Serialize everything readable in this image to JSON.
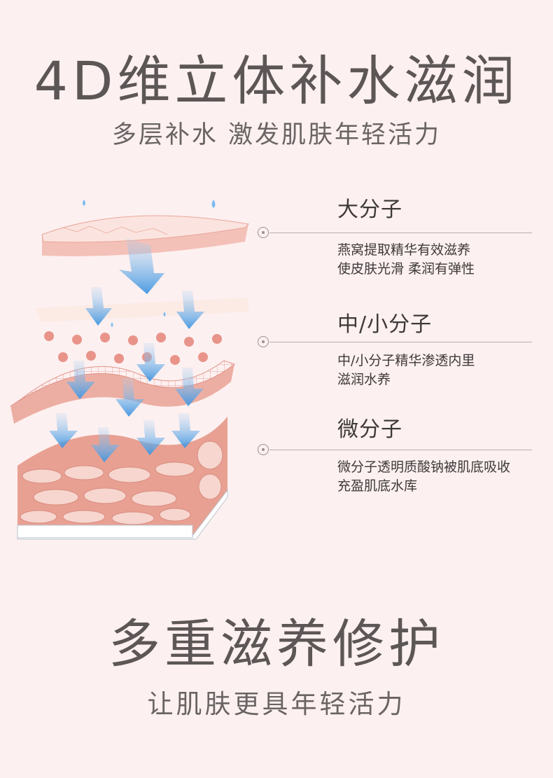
{
  "header": {
    "title": "4D维立体补水滋润",
    "subtitle": "多层补水 激发肌肤年轻活力"
  },
  "layers": [
    {
      "name": "大分子",
      "desc_line1": "燕窝提取精华有效滋养",
      "desc_line2": "使皮肤光滑 柔润有弹性"
    },
    {
      "name": "中/小分子",
      "desc_line1": "中/小分子精华渗透内里",
      "desc_line2": "滋润水养"
    },
    {
      "name": "微分子",
      "desc_line1": "微分子透明质酸钠被肌底吸收",
      "desc_line2": "充盈肌底水库"
    }
  ],
  "footer": {
    "title": "多重滋养修护",
    "subtitle": "让肌肤更具年轻活力"
  },
  "colors": {
    "background": "#fdf0f0",
    "skin": "#e9a69a",
    "skin_light": "#f6d6cf",
    "arrow": "#5aa7e6",
    "text": "#5d5656"
  }
}
